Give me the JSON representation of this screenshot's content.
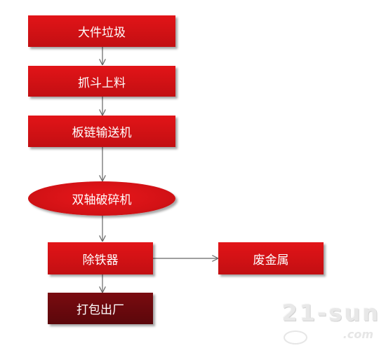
{
  "nodes": {
    "bulky_waste": "大件垃圾",
    "grab_loading": "抓斗上料",
    "chain_conveyor": "板链输送机",
    "shredder": "双轴破碎机",
    "iron_remover": "除铁器",
    "scrap_metal": "废金属",
    "baling_output": "打包出厂"
  },
  "watermark": {
    "main": "21-sun",
    "sub": ".com"
  },
  "colors": {
    "node_red": "#d41216",
    "node_dark": "#6b090d",
    "arrow": "#666666"
  }
}
